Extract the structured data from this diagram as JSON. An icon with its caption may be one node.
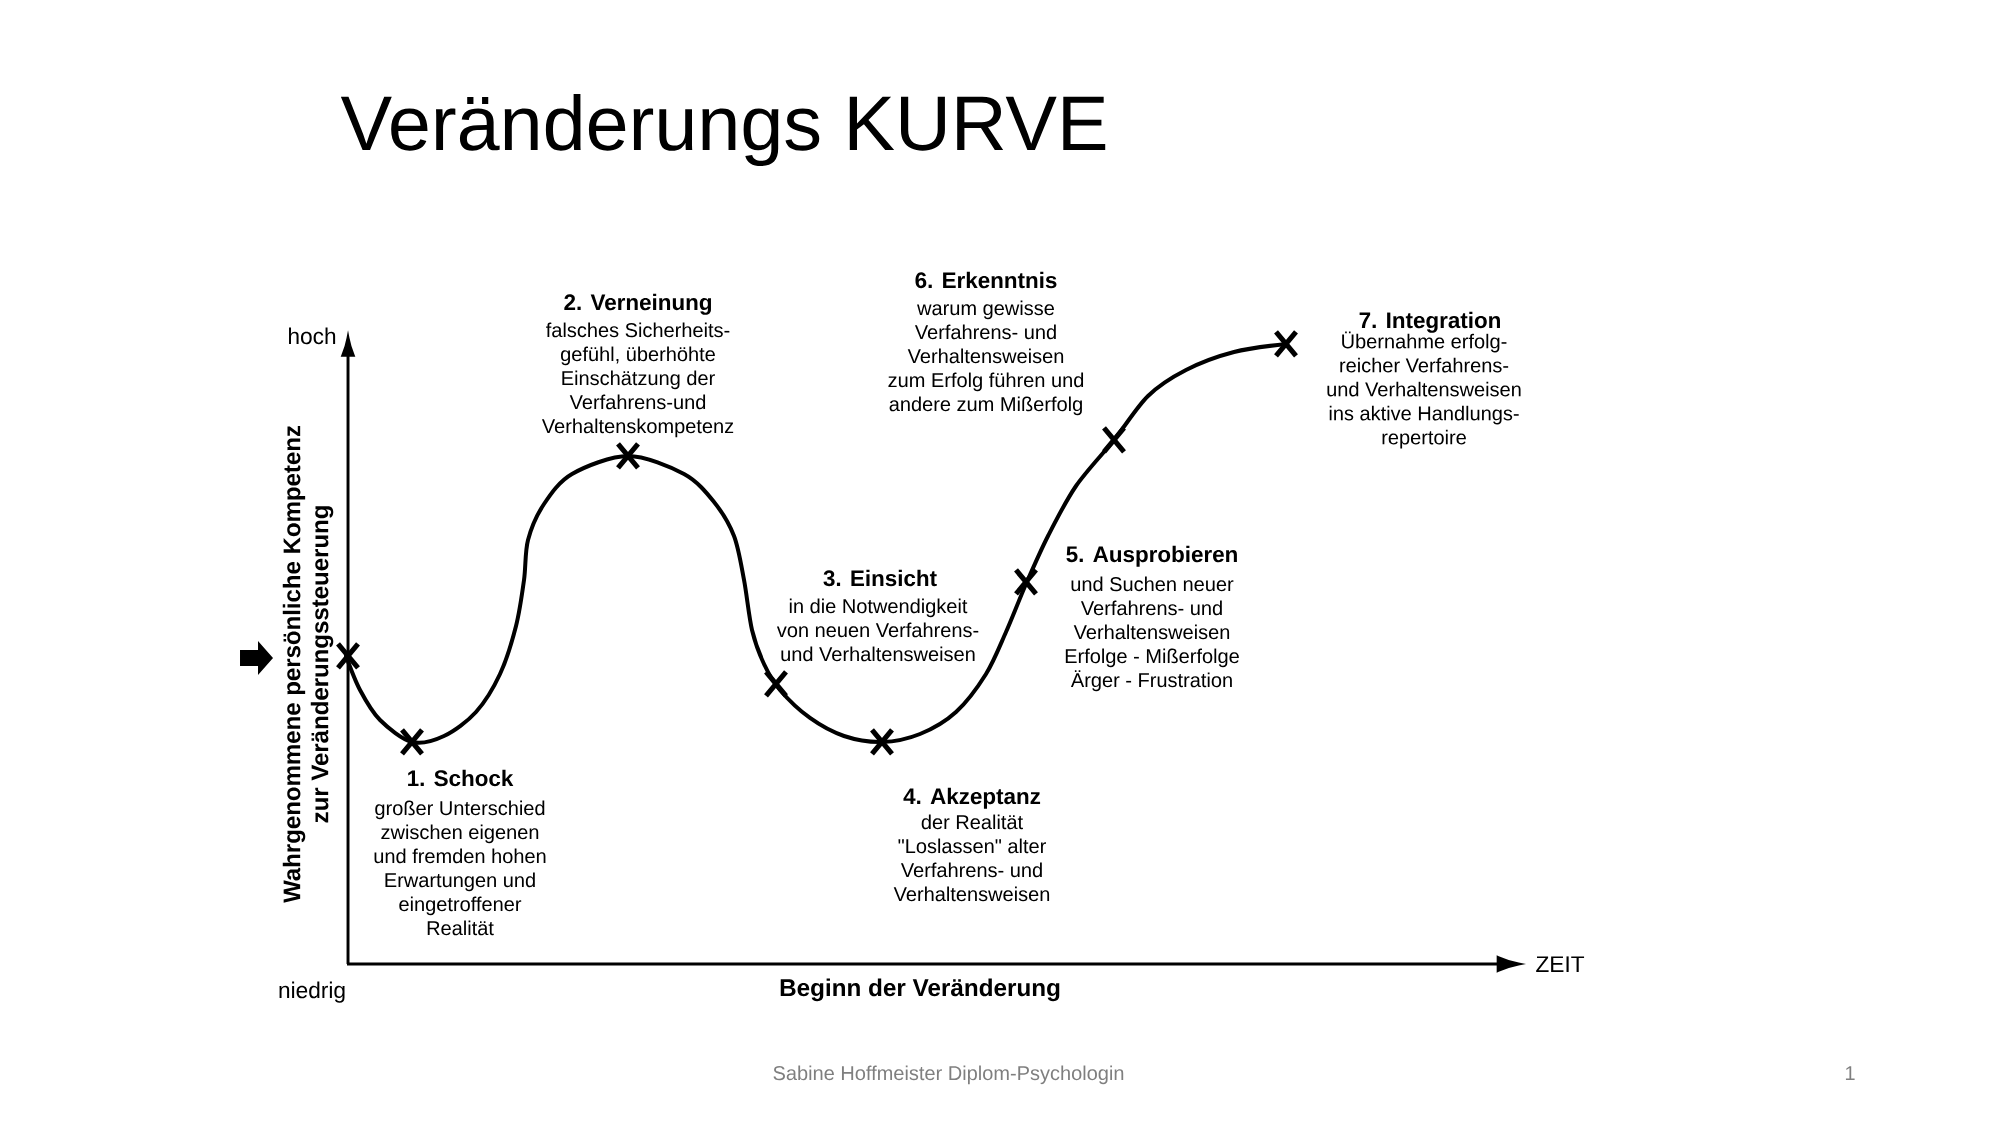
{
  "diagram": {
    "title": "Veränderungs KURVE",
    "labels": [
      "hoch",
      "2. Verneinung",
      "falsches Sicherheits- gefühl, überhöhte Einschätzung der Verfahrens-und Verhaltenskompetenz",
      "6. Erkenntnis",
      "warum gewisse Verfahrens- und Verhaltensweisen zum Erfolg führen und andere zum Mißerfolg",
      "7. Integration",
      "Übernahme erfolg- reicher Verfahrens- und Verhaltensweisen ins aktive Handlungs- repertoire",
      "Wahrgenommene persönliche Kompetenz zur Veränderungssteuerung",
      "3. Einsicht",
      "in die Notwendigkeit von neuen Verfahrens- und Verhaltensweisen",
      "5. Ausprobieren",
      "und Suchen neuer Verfahrens- und Verhaltensweisen Erfolge - Mißerfolge Ärger - Frustration",
      "1. Schock",
      "großer Unterschied zwischen eigenen und fremden hohen Erwartungen und eingetroffener Realität",
      "4. Akzeptanz",
      "der Realität \"Loslassen\" alter Verfahrens- und Verhaltensweisen",
      "niedrig",
      "Beginn der Veränderung",
      "ZEIT",
      "Sabine Hoffmeister Diplom-Psychologin",
      "1"
    ]
  }
}
